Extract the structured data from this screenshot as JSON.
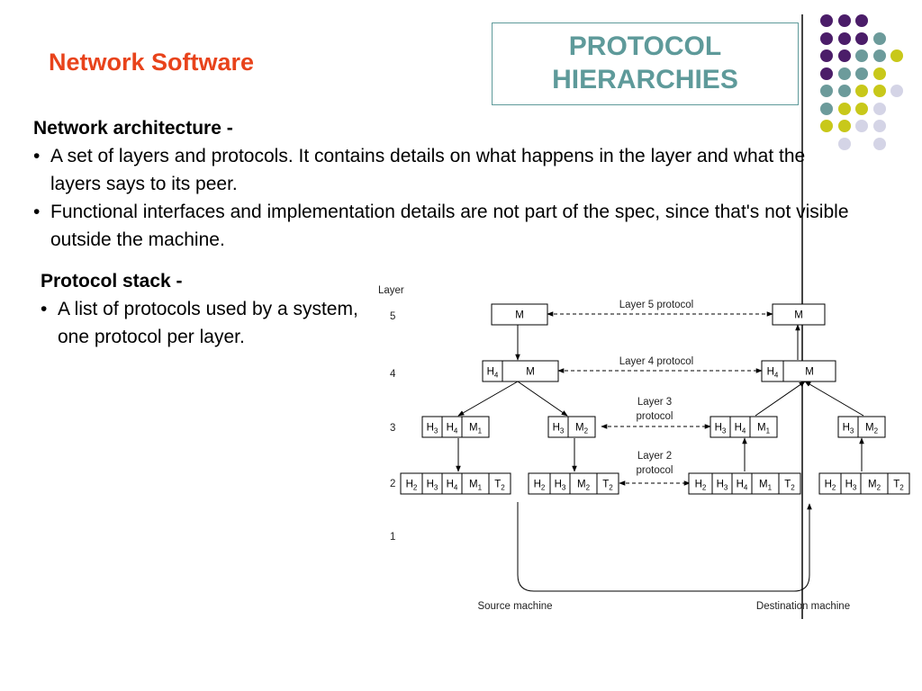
{
  "slide": {
    "heading": "Network Software",
    "title": "PROTOCOL\nHIERARCHIES"
  },
  "architecture": {
    "heading": "Network architecture -",
    "bullets": [
      "A set of layers and protocols.  It contains details on what happens in the layer and what the layers says to its peer.",
      "Functional interfaces and implementation details are not part of the spec, since that's not visible outside the machine."
    ]
  },
  "stack": {
    "heading": "Protocol stack -",
    "bullets": [
      "A list of protocols used by a system, one protocol per layer."
    ]
  },
  "bullet_char": "•",
  "decor_colors": {
    "purple": "#4b1d69",
    "teal": "#6c9b9b",
    "yellow": "#c8c81a",
    "lavender": "#d4d4e6"
  },
  "diagram": {
    "layer_title": "Layer",
    "layer_numbers": [
      "5",
      "4",
      "3",
      "2",
      "1"
    ],
    "peer_labels": {
      "l5": "Layer 5 protocol",
      "l4": "Layer 4 protocol",
      "l3": [
        "Layer 3",
        "protocol"
      ],
      "l2": [
        "Layer 2",
        "protocol"
      ]
    },
    "machines": {
      "source": "Source machine",
      "destination": "Destination machine"
    },
    "cells": {
      "m": "M",
      "h4": [
        "H",
        "4"
      ],
      "h3": [
        "H",
        "3"
      ],
      "h2": [
        "H",
        "2"
      ],
      "m1": [
        "M",
        "1"
      ],
      "m2": [
        "M",
        "2"
      ],
      "t2": [
        "T",
        "2"
      ]
    }
  }
}
